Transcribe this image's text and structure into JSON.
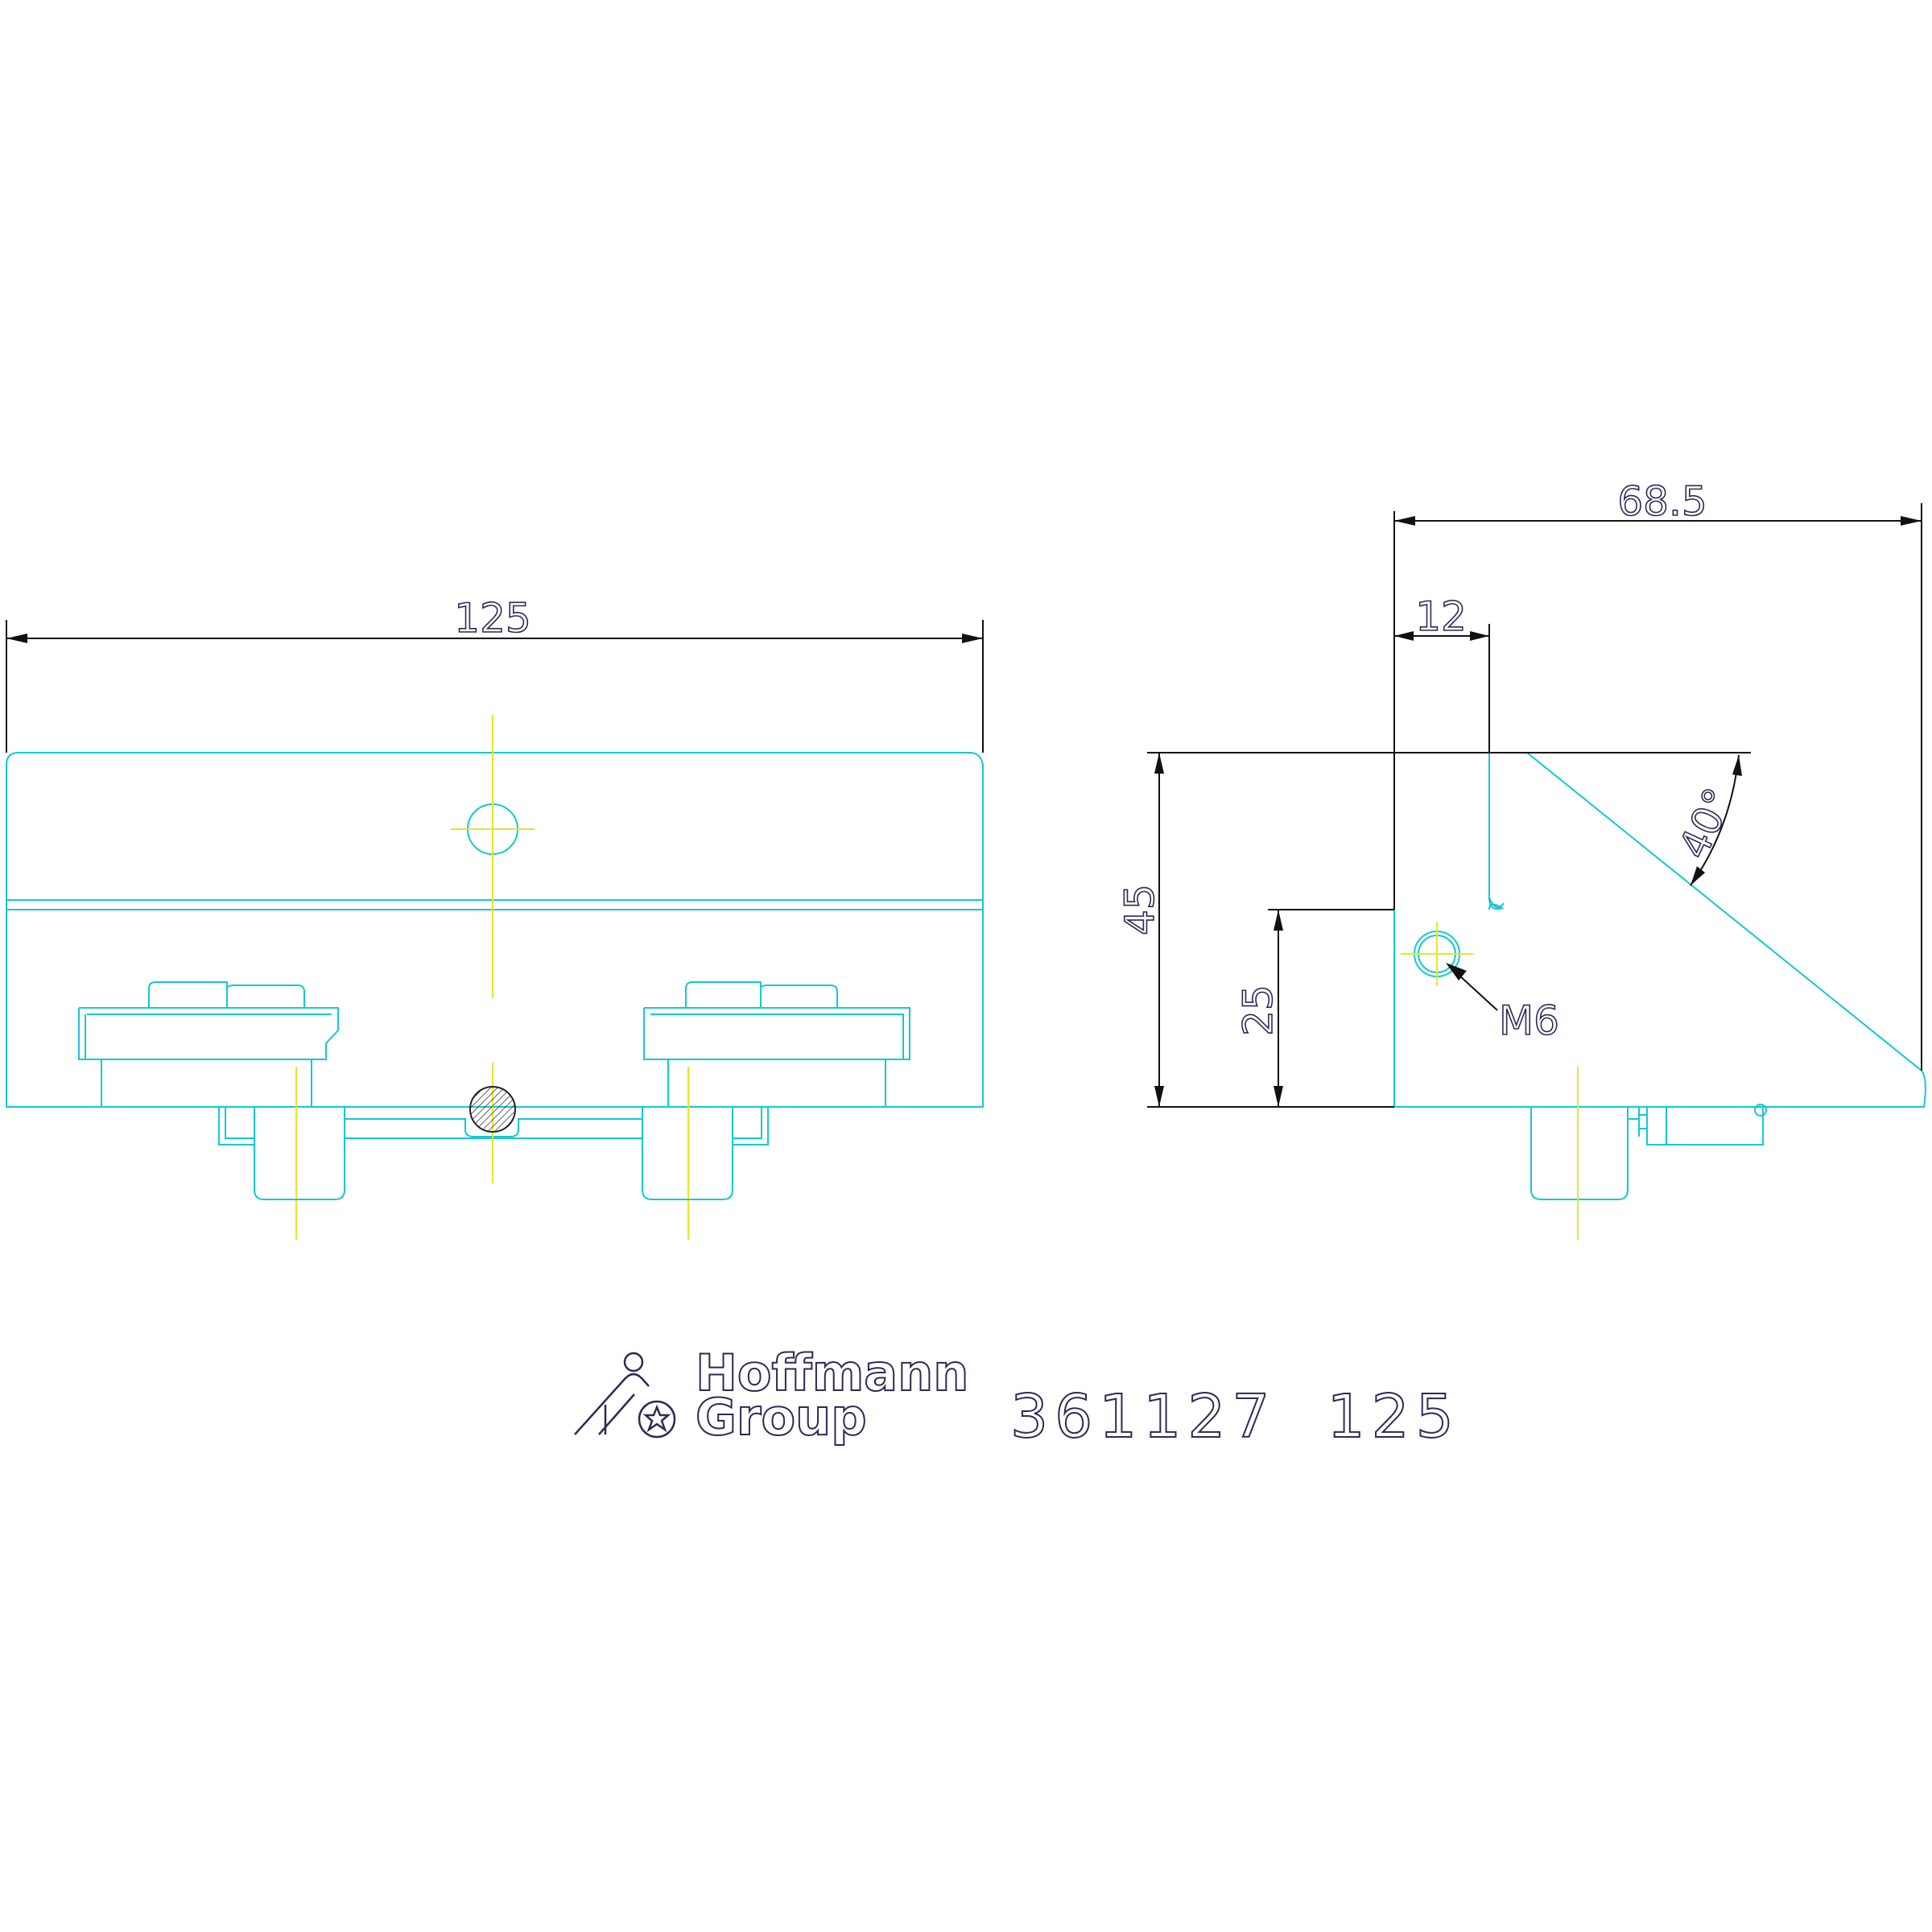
{
  "front_view": {
    "width_dimension": "125"
  },
  "side_view": {
    "depth_dimension": "68.5",
    "step_dimension": "12",
    "height_dimension": "45",
    "hole_height_dimension": "25",
    "angle_dimension": "40°",
    "thread_callout": "M6"
  },
  "title_block": {
    "brand_line1": "Hoffmann",
    "brand_line2": "Group",
    "part_number": "361127  125"
  },
  "colors": {
    "part_outline": "#14c8d2",
    "centerline": "#e6e62a",
    "dimension": "#111111",
    "text": "#2a2a55"
  }
}
